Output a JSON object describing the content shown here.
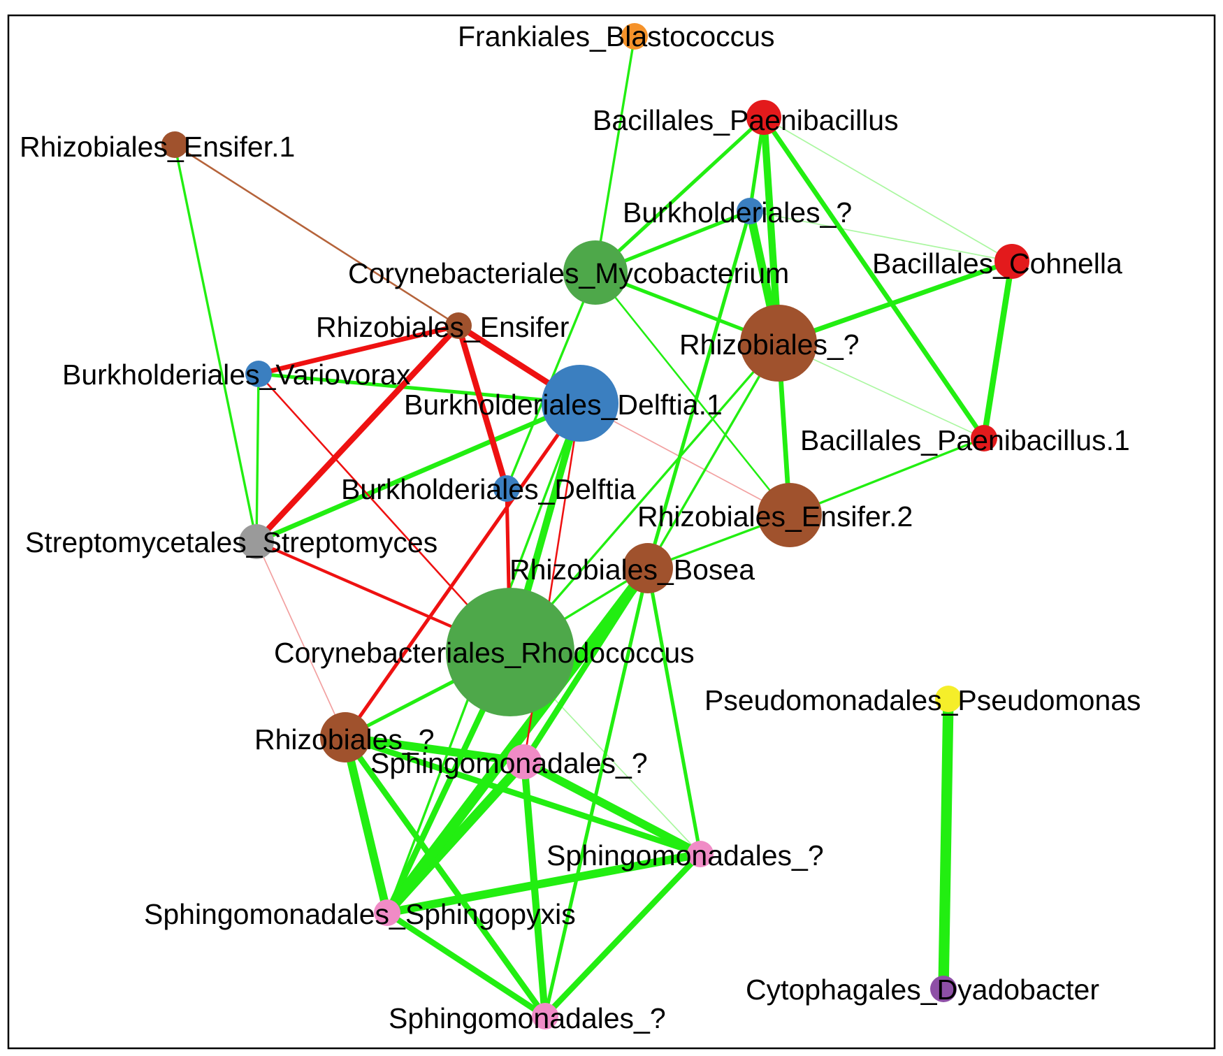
{
  "colors": {
    "positive_edge": "#22ee11",
    "negative_edge": "#ee1111",
    "weak_negative_edge": "#f2a0a0",
    "weak_positive_edge": "#aaf7a0",
    "brown_edge": "#b5633a",
    "brown": "#a0522d",
    "blue": "#3b7fc0",
    "green": "#4ea84a",
    "red": "#e31a1c",
    "orange": "#f5922a",
    "gray": "#9a9a9a",
    "pink": "#f08bc6",
    "yellow": "#f5ee2a",
    "purple": "#8e4fa6"
  },
  "nodes": [
    {
      "id": "blastococcus",
      "label": "Frankiales_Blastococcus",
      "color": "orange",
      "size": 1
    },
    {
      "id": "paenibacillus",
      "label": "Bacillales_Paenibacillus",
      "color": "red",
      "size": 2
    },
    {
      "id": "ensifer1",
      "label": "Rhizobiales_Ensifer.1",
      "color": "brown",
      "size": 1
    },
    {
      "id": "burk_q",
      "label": "Burkholderiales_?",
      "color": "blue",
      "size": 1
    },
    {
      "id": "mycobacterium",
      "label": "Corynebacteriales_Mycobacterium",
      "color": "green",
      "size": 4
    },
    {
      "id": "cohnella",
      "label": "Bacillales_Cohnella",
      "color": "red",
      "size": 2
    },
    {
      "id": "ensifer",
      "label": "Rhizobiales_Ensifer",
      "color": "brown",
      "size": 1
    },
    {
      "id": "rhizo_q1",
      "label": "Rhizobiales_?",
      "color": "brown",
      "size": 5
    },
    {
      "id": "variovorax",
      "label": "Burkholderiales_Variovorax",
      "color": "blue",
      "size": 1
    },
    {
      "id": "delftia1",
      "label": "Burkholderiales_Delftia.1",
      "color": "blue",
      "size": 5
    },
    {
      "id": "paenibacillus1",
      "label": "Bacillales_Paenibacillus.1",
      "color": "red",
      "size": 1
    },
    {
      "id": "delftia",
      "label": "Burkholderiales_Delftia",
      "color": "blue",
      "size": 1
    },
    {
      "id": "ensifer2",
      "label": "Rhizobiales_Ensifer.2",
      "color": "brown",
      "size": 4
    },
    {
      "id": "streptomyces",
      "label": "Streptomycetales_Streptomyces",
      "color": "gray",
      "size": 2
    },
    {
      "id": "bosea",
      "label": "Rhizobiales_Bosea",
      "color": "brown",
      "size": 3
    },
    {
      "id": "rhodococcus",
      "label": "Corynebacteriales_Rhodococcus",
      "color": "green",
      "size": 10
    },
    {
      "id": "pseudomonas",
      "label": "Pseudomonadales_Pseudomonas",
      "color": "yellow",
      "size": 1
    },
    {
      "id": "rhizo_q2",
      "label": "Rhizobiales_?",
      "color": "brown",
      "size": 3
    },
    {
      "id": "sphingo_q1",
      "label": "Sphingomonadales_?",
      "color": "pink",
      "size": 2
    },
    {
      "id": "sphingo_q2",
      "label": "Sphingomonadales_?",
      "color": "pink",
      "size": 1
    },
    {
      "id": "sphingopyxis",
      "label": "Sphingomonadales_Sphingopyxis",
      "color": "pink",
      "size": 1
    },
    {
      "id": "dyadobacter",
      "label": "Cytophagales_Dyadobacter",
      "color": "purple",
      "size": 1
    },
    {
      "id": "sphingo_q3",
      "label": "Sphingomonadales_?",
      "color": "pink",
      "size": 1
    }
  ],
  "edges": [
    {
      "source": "blastococcus",
      "target": "mycobacterium",
      "sign": "positive",
      "weight": 2
    },
    {
      "source": "paenibacillus",
      "target": "mycobacterium",
      "sign": "positive",
      "weight": 3
    },
    {
      "source": "paenibacillus",
      "target": "rhizo_q1",
      "sign": "positive",
      "weight": 6
    },
    {
      "source": "paenibacillus",
      "target": "paenibacillus1",
      "sign": "positive",
      "weight": 4
    },
    {
      "source": "paenibacillus",
      "target": "cohnella",
      "sign": "weak_positive",
      "weight": 1
    },
    {
      "source": "paenibacillus",
      "target": "burk_q",
      "sign": "positive",
      "weight": 3
    },
    {
      "source": "burk_q",
      "target": "mycobacterium",
      "sign": "positive",
      "weight": 3
    },
    {
      "source": "burk_q",
      "target": "rhizo_q1",
      "sign": "positive",
      "weight": 7
    },
    {
      "source": "burk_q",
      "target": "bosea",
      "sign": "positive",
      "weight": 3
    },
    {
      "source": "burk_q",
      "target": "cohnella",
      "sign": "weak_positive",
      "weight": 1
    },
    {
      "source": "mycobacterium",
      "target": "rhizo_q1",
      "sign": "positive",
      "weight": 3
    },
    {
      "source": "mycobacterium",
      "target": "ensifer2",
      "sign": "positive",
      "weight": 1.5
    },
    {
      "source": "mycobacterium",
      "target": "delftia",
      "sign": "positive",
      "weight": 2
    },
    {
      "source": "cohnella",
      "target": "rhizo_q1",
      "sign": "positive",
      "weight": 4
    },
    {
      "source": "cohnella",
      "target": "paenibacillus1",
      "sign": "positive",
      "weight": 5
    },
    {
      "source": "rhizo_q1",
      "target": "ensifer2",
      "sign": "positive",
      "weight": 4
    },
    {
      "source": "rhizo_q1",
      "target": "paenibacillus1",
      "sign": "weak_positive",
      "weight": 1
    },
    {
      "source": "rhizo_q1",
      "target": "rhodococcus",
      "sign": "positive",
      "weight": 2
    },
    {
      "source": "rhizo_q1",
      "target": "bosea",
      "sign": "positive",
      "weight": 2
    },
    {
      "source": "ensifer2",
      "target": "paenibacillus1",
      "sign": "positive",
      "weight": 2
    },
    {
      "source": "ensifer2",
      "target": "bosea",
      "sign": "positive",
      "weight": 2
    },
    {
      "source": "ensifer1",
      "target": "streptomyces",
      "sign": "positive",
      "weight": 2
    },
    {
      "source": "ensifer1",
      "target": "ensifer",
      "sign": "brown",
      "weight": 1.5
    },
    {
      "source": "ensifer",
      "target": "variovorax",
      "sign": "negative",
      "weight": 4
    },
    {
      "source": "ensifer",
      "target": "delftia1",
      "sign": "negative",
      "weight": 5
    },
    {
      "source": "ensifer",
      "target": "delftia",
      "sign": "negative",
      "weight": 5
    },
    {
      "source": "ensifer",
      "target": "streptomyces",
      "sign": "negative",
      "weight": 5
    },
    {
      "source": "variovorax",
      "target": "delftia1",
      "sign": "positive",
      "weight": 3
    },
    {
      "source": "variovorax",
      "target": "streptomyces",
      "sign": "positive",
      "weight": 2
    },
    {
      "source": "variovorax",
      "target": "rhodococcus",
      "sign": "negative",
      "weight": 1.5
    },
    {
      "source": "delftia1",
      "target": "streptomyces",
      "sign": "positive",
      "weight": 4
    },
    {
      "source": "delftia1",
      "target": "rhodococcus",
      "sign": "positive",
      "weight": 6
    },
    {
      "source": "delftia1",
      "target": "rhizo_q2",
      "sign": "negative",
      "weight": 3
    },
    {
      "source": "delftia1",
      "target": "sphingo_q1",
      "sign": "negative",
      "weight": 1.5
    },
    {
      "source": "delftia1",
      "target": "ensifer2",
      "sign": "weak_negative",
      "weight": 1
    },
    {
      "source": "delftia1",
      "target": "sphingopyxis",
      "sign": "positive",
      "weight": 2
    },
    {
      "source": "delftia",
      "target": "rhodococcus",
      "sign": "negative",
      "weight": 3
    },
    {
      "source": "streptomyces",
      "target": "rhodococcus",
      "sign": "negative",
      "weight": 2.5
    },
    {
      "source": "streptomyces",
      "target": "rhizo_q2",
      "sign": "weak_negative",
      "weight": 1
    },
    {
      "source": "bosea",
      "target": "rhodococcus",
      "sign": "positive",
      "weight": 2
    },
    {
      "source": "bosea",
      "target": "sphingo_q1",
      "sign": "positive",
      "weight": 5
    },
    {
      "source": "bosea",
      "target": "sphingo_q2",
      "sign": "positive",
      "weight": 3
    },
    {
      "source": "bosea",
      "target": "sphingopyxis",
      "sign": "positive",
      "weight": 9
    },
    {
      "source": "bosea",
      "target": "sphingo_q3",
      "sign": "positive",
      "weight": 3
    },
    {
      "source": "rhodococcus",
      "target": "sphingopyxis",
      "sign": "positive",
      "weight": 5
    },
    {
      "source": "rhodococcus",
      "target": "sphingo_q2",
      "sign": "weak_positive",
      "weight": 1
    },
    {
      "source": "rhodococcus",
      "target": "rhizo_q2",
      "sign": "positive",
      "weight": 3
    },
    {
      "source": "rhizo_q2",
      "target": "sphingo_q1",
      "sign": "positive",
      "weight": 7
    },
    {
      "source": "rhizo_q2",
      "target": "sphingo_q2",
      "sign": "positive",
      "weight": 5
    },
    {
      "source": "rhizo_q2",
      "target": "sphingopyxis",
      "sign": "positive",
      "weight": 7
    },
    {
      "source": "rhizo_q2",
      "target": "sphingo_q3",
      "sign": "positive",
      "weight": 5
    },
    {
      "source": "sphingo_q1",
      "target": "sphingo_q2",
      "sign": "positive",
      "weight": 7
    },
    {
      "source": "sphingo_q1",
      "target": "sphingopyxis",
      "sign": "positive",
      "weight": 8
    },
    {
      "source": "sphingo_q1",
      "target": "sphingo_q3",
      "sign": "positive",
      "weight": 6
    },
    {
      "source": "sphingo_q2",
      "target": "sphingopyxis",
      "sign": "positive",
      "weight": 7
    },
    {
      "source": "sphingo_q2",
      "target": "sphingo_q3",
      "sign": "positive",
      "weight": 5
    },
    {
      "source": "sphingopyxis",
      "target": "sphingo_q3",
      "sign": "positive",
      "weight": 5
    },
    {
      "source": "pseudomonas",
      "target": "dyadobacter",
      "sign": "positive",
      "weight": 9
    }
  ]
}
